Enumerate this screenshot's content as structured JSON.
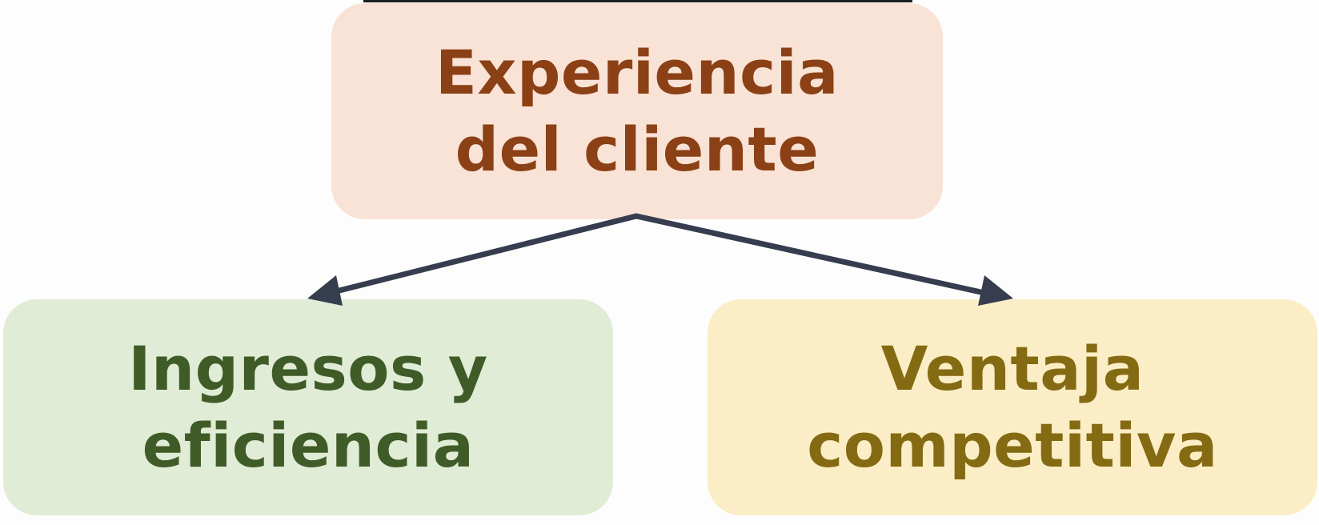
{
  "diagram": {
    "top_node": {
      "line1": "Experiencia",
      "line2": "del cliente"
    },
    "left_node": {
      "line1": "Ingresos y",
      "line2": "eficiencia"
    },
    "right_node": {
      "line1": "Ventaja",
      "line2": "competitiva"
    },
    "colors": {
      "top_fill": "#f9e3d6",
      "top_text": "#8b4015",
      "left_fill": "#e1ecd6",
      "left_text": "#3f5b28",
      "right_fill": "#fbeec6",
      "right_text": "#846a12",
      "arrow": "#363d4f"
    }
  }
}
